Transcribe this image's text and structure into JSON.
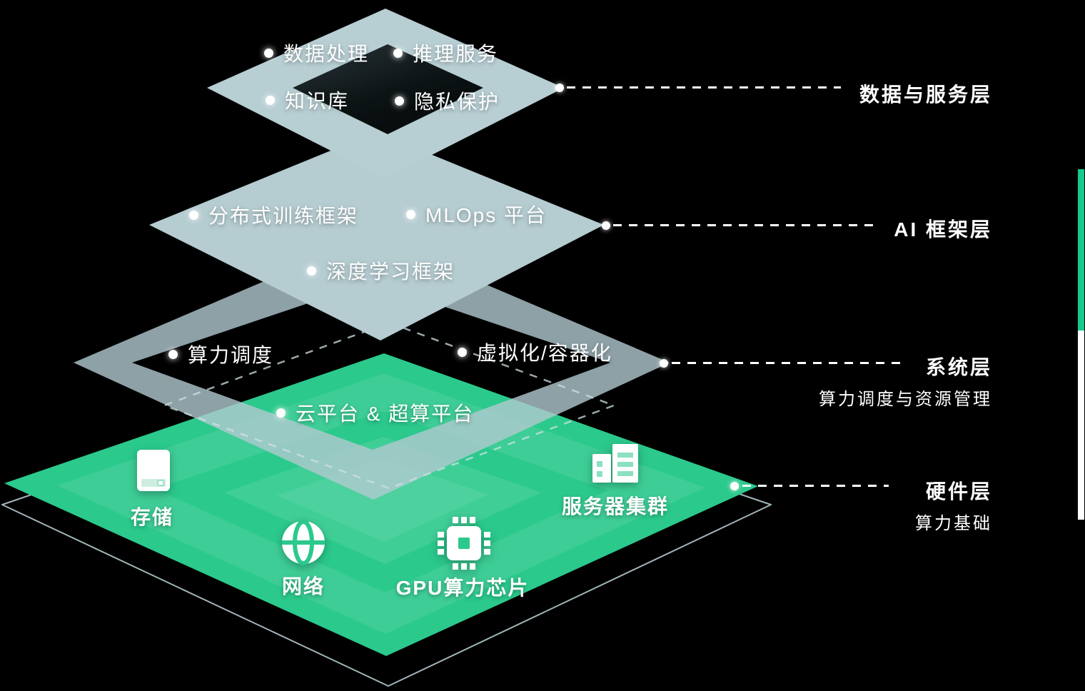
{
  "layers": [
    {
      "name": "数据与服务层",
      "items": [
        "数据处理",
        "推理服务",
        "知识库",
        "隐私保护"
      ]
    },
    {
      "name": "AI 框架层",
      "items": [
        "分布式训练框架",
        "MLOps 平台",
        "深度学习框架"
      ]
    },
    {
      "name": "系统层",
      "subtitle": "算力调度与资源管理",
      "items": [
        "算力调度",
        "虚拟化/容器化",
        "云平台 & 超算平台"
      ]
    },
    {
      "name": "硬件层",
      "subtitle": "算力基础",
      "items": [
        {
          "label": "存储",
          "icon": "storage-icon"
        },
        {
          "label": "网络",
          "icon": "network-icon"
        },
        {
          "label": "GPU算力芯片",
          "icon": "gpu-chip-icon"
        },
        {
          "label": "服务器集群",
          "icon": "server-cluster-icon"
        }
      ]
    }
  ],
  "colors": {
    "background": "#000000",
    "top_layer_face": "#B7CED3",
    "top_layer_core": "#10181A",
    "framework_layer": "#B5CCD1",
    "system_ring": "#B2C9CF",
    "hardware_green": "#2BC98C",
    "wireframe_outline": "#BED4DA",
    "side_bar_green": "#15CB8C",
    "side_bar_white": "#FFFFFF",
    "text": "#FFFFFF"
  }
}
